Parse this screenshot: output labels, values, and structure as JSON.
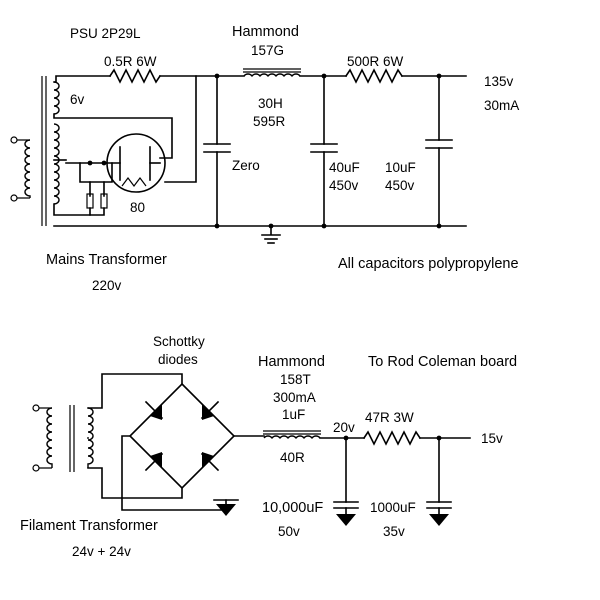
{
  "psu": {
    "title": "PSU 2P29L",
    "resistor1": "0.5R 6W",
    "choke_brand": "Hammond",
    "choke_model": "157G",
    "choke_inductance": "30H",
    "choke_resistance": "595R",
    "resistor2": "500R 6W",
    "out_voltage": "135v",
    "out_current": "30mA",
    "winding_label": "6v",
    "cap1_label": "Zero",
    "cap2_value": "40uF",
    "cap2_voltage": "450v",
    "cap3_value": "10uF",
    "cap3_voltage": "450v",
    "tube_label": "80",
    "transformer_name": "Mains Transformer",
    "transformer_voltage": "220v",
    "note": "All capacitors polypropylene"
  },
  "filament": {
    "diode_label_1": "Schottky",
    "diode_label_2": "diodes",
    "choke_brand": "Hammond",
    "choke_model": "158T",
    "choke_current": "300mA",
    "choke_spec": "1uF",
    "choke_resistance": "40R",
    "node_voltage": "20v",
    "resistor": "47R 3W",
    "destination": "To Rod Coleman board",
    "out_voltage": "15v",
    "cap1_value": "10,000uF",
    "cap1_voltage": "50v",
    "cap2_value": "1000uF",
    "cap2_voltage": "35v",
    "transformer_name": "Filament Transformer",
    "transformer_voltage": "24v + 24v"
  }
}
